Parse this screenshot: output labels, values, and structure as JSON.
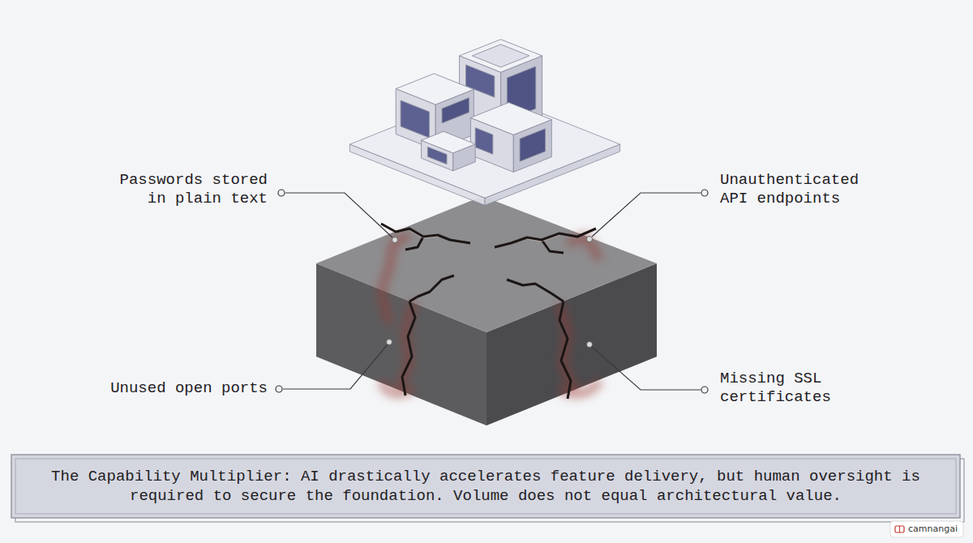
{
  "diagram": {
    "caption": "The Capability Multiplier: AI drastically accelerates feature delivery, but human oversight is required to secure the foundation. Volume does not equal architectural value.",
    "labels": [
      "Passwords stored in plain text",
      "Unauthenticated API endpoints",
      "Unused open ports",
      "Missing SSL certificates",
      "camnangai"
    ]
  }
}
